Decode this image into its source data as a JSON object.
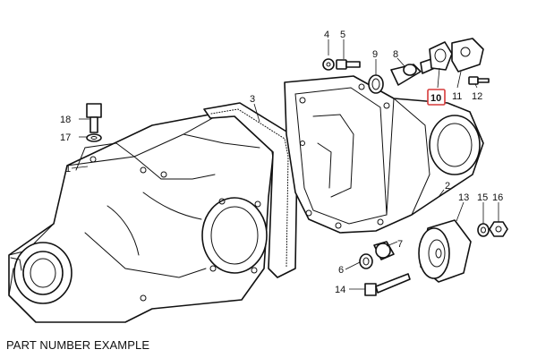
{
  "caption": "PART NUMBER EXAMPLE",
  "highlight_color": "#d63a3a",
  "highlighted_part": "10",
  "callouts": {
    "c1": "1",
    "c2": "2",
    "c3": "3",
    "c4": "4",
    "c5": "5",
    "c6": "6",
    "c7": "7",
    "c8": "8",
    "c9": "9",
    "c10": "10",
    "c11": "11",
    "c12": "12",
    "c13": "13",
    "c14": "14",
    "c15": "15",
    "c16": "16",
    "c17": "17",
    "c18": "18"
  }
}
